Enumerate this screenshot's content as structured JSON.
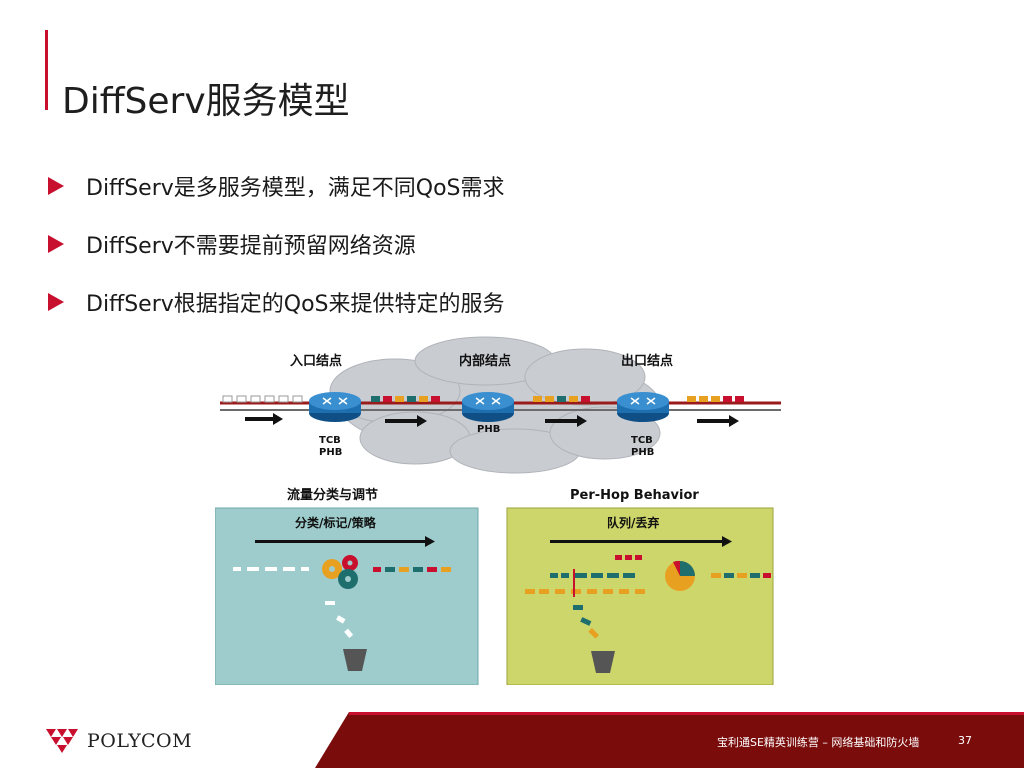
{
  "title": "DiffServ服务模型",
  "bullets": [
    "DiffServ是多服务模型，满足不同QoS需求",
    "DiffServ不需要提前预留网络资源",
    "DiffServ根据指定的QoS来提供特定的服务"
  ],
  "diagram": {
    "ingress_label": "入口结点",
    "core_label": "内部结点",
    "egress_label": "出口结点",
    "ingress_tcb": "TCB",
    "ingress_phb": "PHB",
    "core_phb": "PHB",
    "egress_tcb": "TCB",
    "egress_phb": "PHB",
    "left_panel_title": "流量分类与调节",
    "left_panel_sub": "分类/标记/策略",
    "right_panel_title": "Per-Hop Behavior",
    "right_panel_sub": "队列/丢弃",
    "colors": {
      "cloud": "#c9cdd2",
      "link": "#9a1b1b",
      "router": "#1d6fb0",
      "left_panel": "#9ecccc",
      "right_panel": "#cdd66a"
    }
  },
  "footer": {
    "logo_text": "POLYCOM",
    "caption": "宝利通SE精英训练营 – 网络基础和防火墙",
    "page": "37",
    "colors": {
      "band": "#7a0c0c",
      "accent": "#c8102e"
    }
  }
}
